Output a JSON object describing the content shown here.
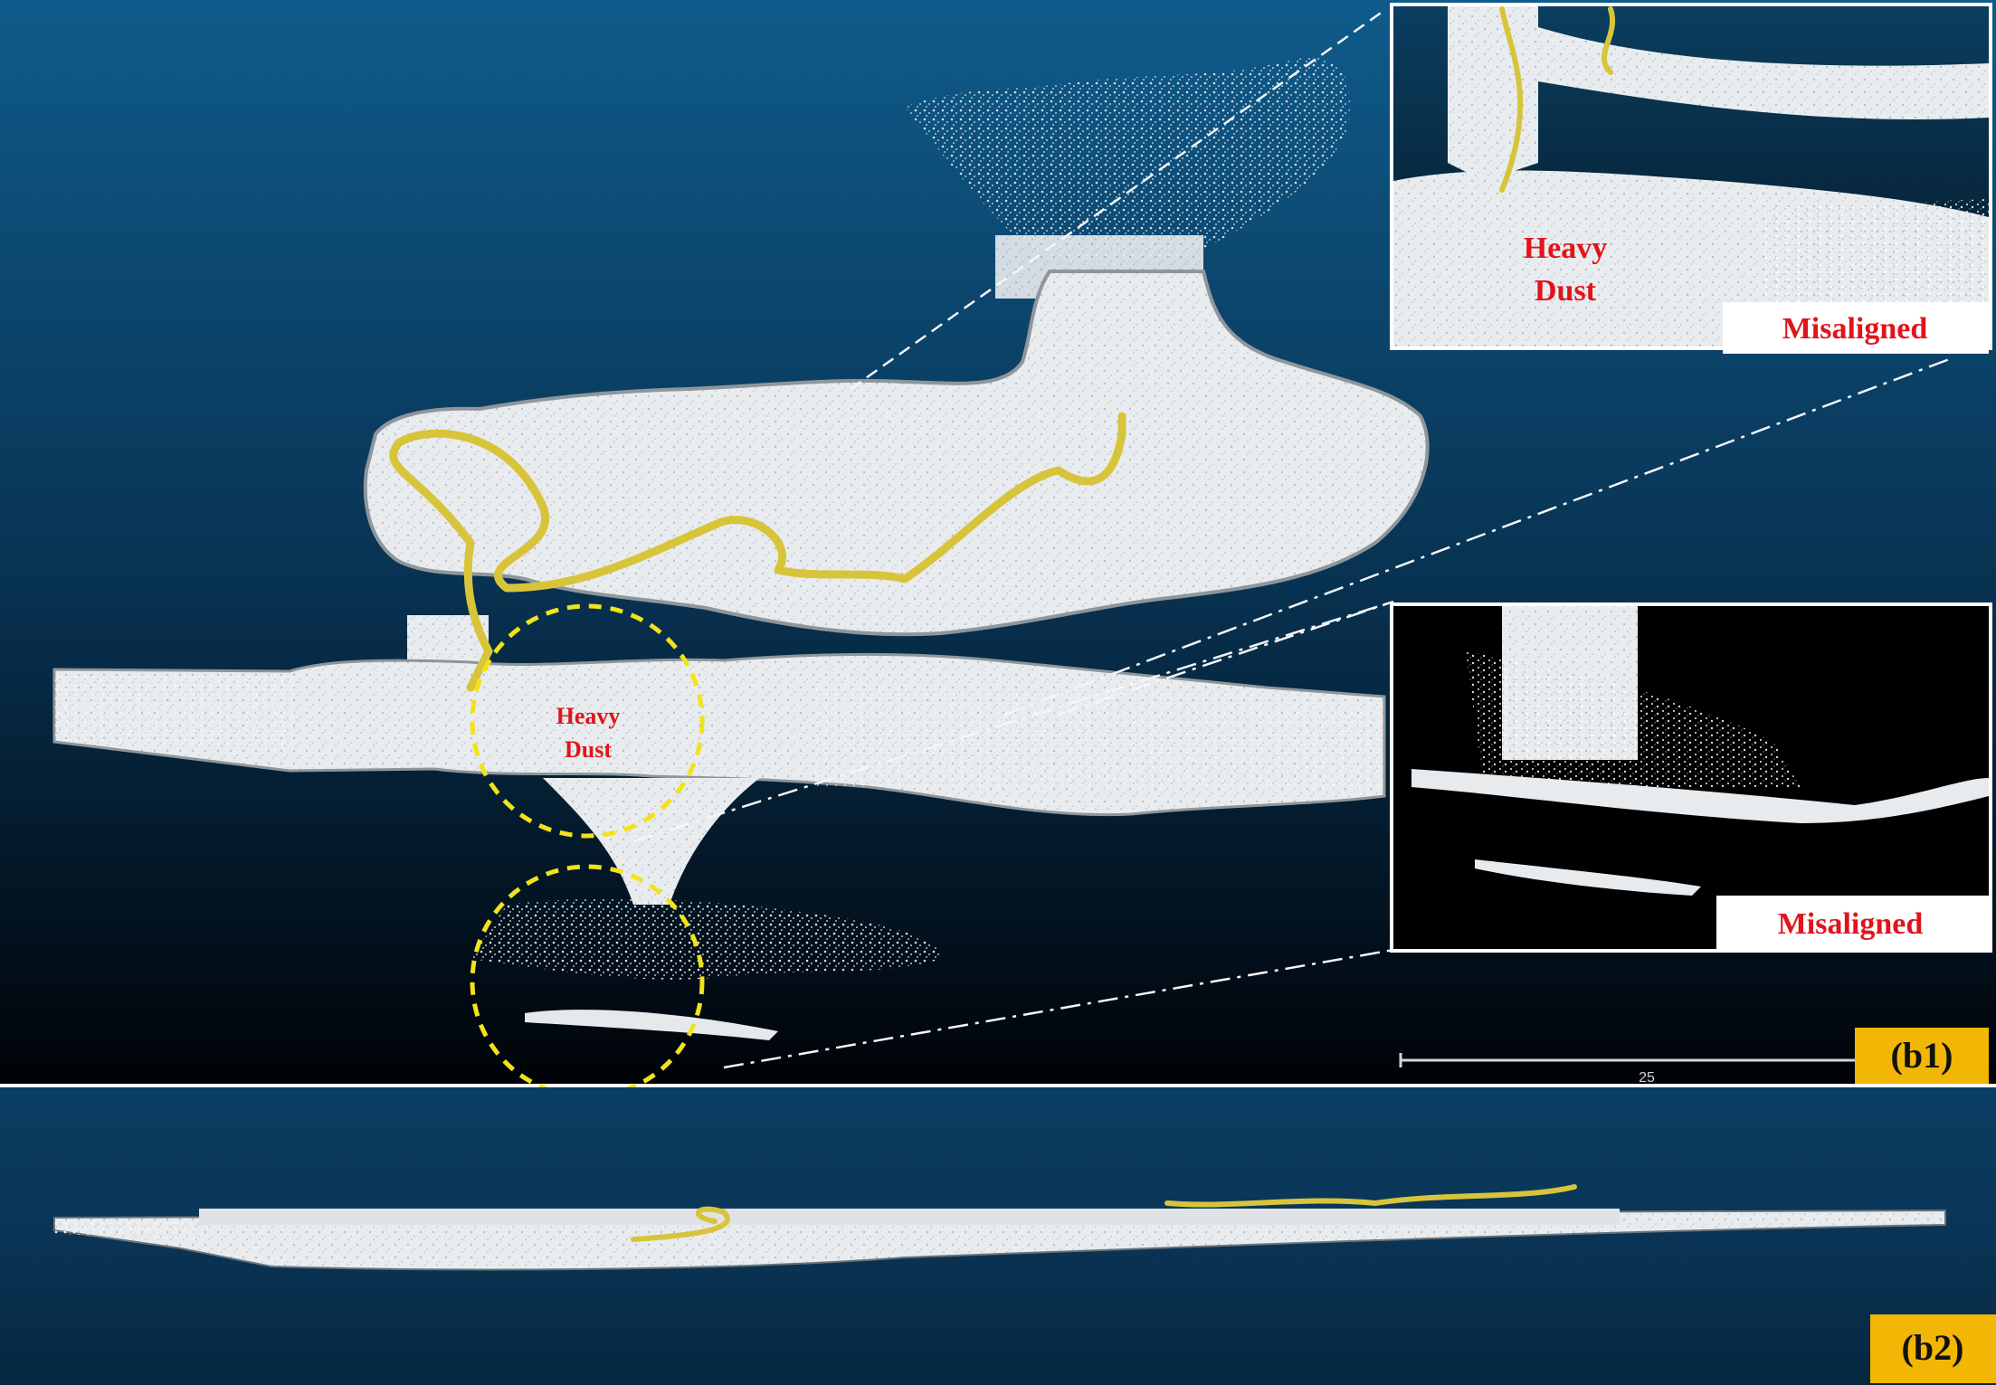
{
  "panels": {
    "b1": {
      "badge": "(b1)",
      "annotation_main": {
        "line1": "Heavy",
        "line2": "Dust"
      },
      "inset_top": {
        "label_line1": "Heavy",
        "label_line2": "Dust",
        "tag": "Misaligned"
      },
      "inset_bottom": {
        "tag": "Misaligned"
      },
      "scale_bar": {
        "label": "25"
      }
    },
    "b2": {
      "badge": "(b2)"
    }
  },
  "colors": {
    "background_top": "#0f5a8a",
    "background_bottom": "#000000",
    "trajectory": "#d8c43a",
    "highlight_circle": "#f2e21a",
    "annotation_text": "#e0141c",
    "badge_fill": "#f2b705"
  }
}
